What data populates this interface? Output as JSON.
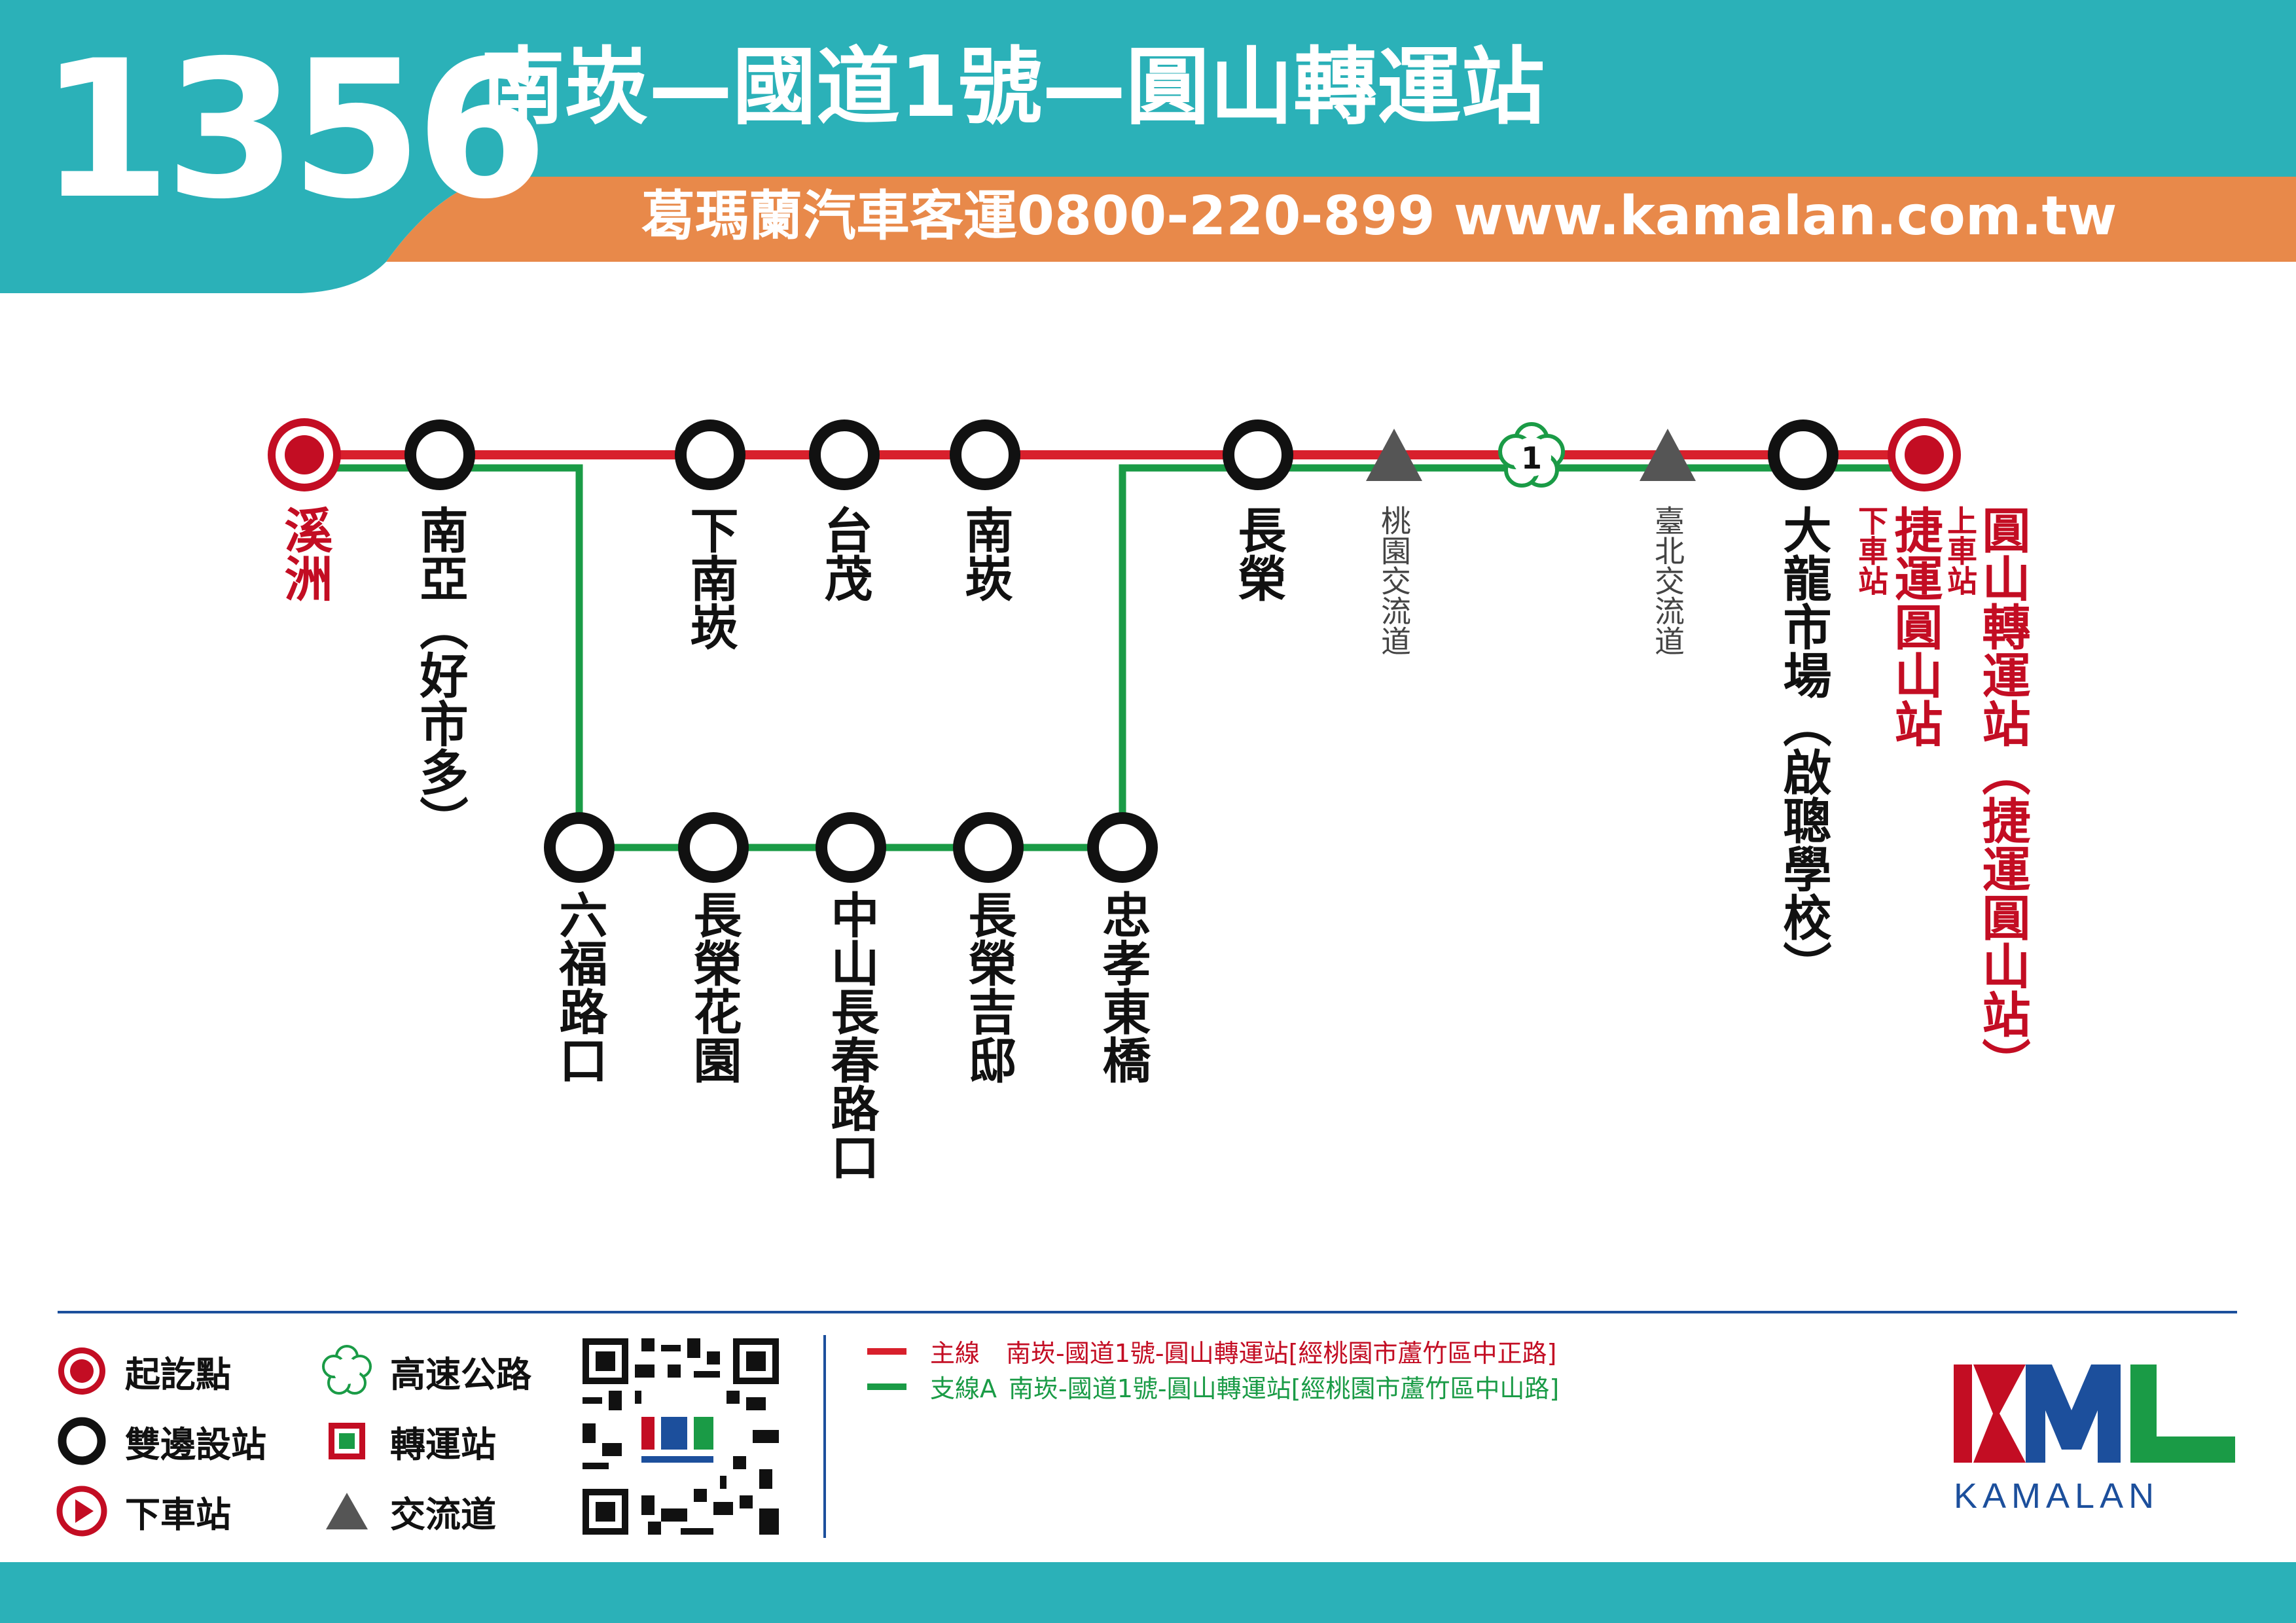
{
  "header": {
    "route_number": "1356",
    "title": "南崁—國道1號—圓山轉運站",
    "contact": "葛瑪蘭汽車客運0800-220-899  www.kamalan.com.tw"
  },
  "colors": {
    "teal": "#2bb1b8",
    "orange": "#e8894a",
    "red_line": "#d8202c",
    "green_line": "#1a9b46",
    "terminal_red": "#c30d23",
    "interchange_gray": "#555555"
  },
  "stations": {
    "xizhou": "溪洲",
    "nanya": "南亞（好市多）",
    "xia_nankan": "下南崁",
    "taimao": "台茂",
    "nankan": "南崁",
    "changrong": "長榮",
    "taoyuan_ic": "桃園交流道",
    "highway_1": "1",
    "taipei_ic": "臺北交流道",
    "dalong_market": "大龍市場（啟聰學校）",
    "yuanshan_mrt_alight_tag": "下車站",
    "yuanshan_mrt": "捷運圓山站",
    "yuanshan_board_tag": "上車站",
    "yuanshan_terminal": "圓山轉運站（捷運圓山站）",
    "liufu": "六福路口",
    "changrong_garden": "長榮花園",
    "zhongshan_changchun": "中山長春路口",
    "changrong_jidi": "長榮吉邸",
    "zhongxiao_bridge": "忠孝東橋"
  },
  "legend": {
    "terminus": "起訖點",
    "both_ways": "雙邊設站",
    "alight_only": "下車站",
    "freeway": "高速公路",
    "transfer": "轉運站",
    "interchange": "交流道"
  },
  "lines": {
    "main_label": "主線",
    "main_desc": "南崁-國道1號-圓山轉運站[經桃園市蘆竹區中正路]",
    "branch_label": "支線A",
    "branch_desc": "南崁-國道1號-圓山轉運站[經桃園市蘆竹區中山路]"
  },
  "logo": {
    "letters": "KML",
    "name": "KAMALAN"
  }
}
